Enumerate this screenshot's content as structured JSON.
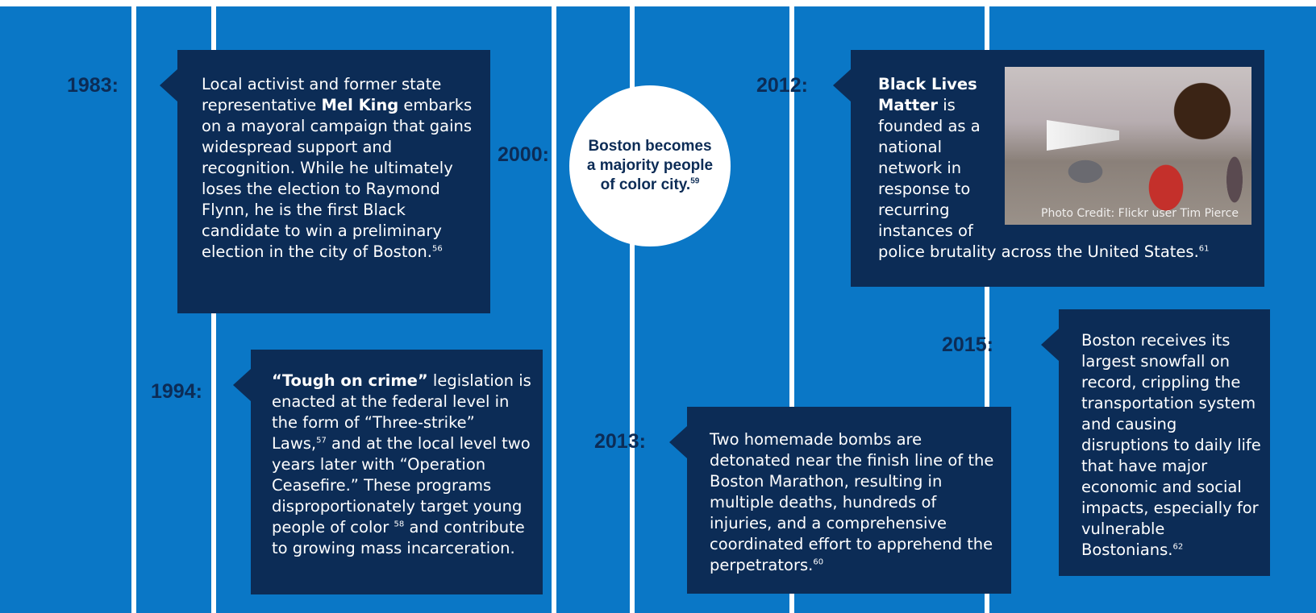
{
  "events": [
    {
      "year": "1983:",
      "text_before": "Local activist and former state representative ",
      "bold": "Mel King",
      "text_after": " embarks on a mayoral campaign that gains widespread support and recognition. While he ultimately loses the election to Raymond Flynn, he is the first Black candidate to win a preliminary election in the city of Boston.",
      "ref": "56"
    },
    {
      "year": "1994:",
      "bold": "“Tough on crime”",
      "text_after_bold": " legislation is enacted at the federal level in the form of “Three-strike” Laws,",
      "ref1": "57",
      "text_middle": " and at the local level two years later with “Operation Ceasefire.” These programs disproportionately target young people of color ",
      "ref2": "58",
      "text_end": " and contribute to growing mass incarceration."
    },
    {
      "year": "2000:",
      "text": "Boston becomes a majority people of color city.",
      "ref": "59"
    },
    {
      "year": "2012:",
      "bold": "Black Lives Matter",
      "text_after": " is founded as a national network in response to recurring instances of police brutality across the United States.",
      "ref": "61",
      "photo_credit": "Photo Credit: Flickr user Tim Pierce"
    },
    {
      "year": "2013:",
      "text": "Two homemade bombs are detonated near the finish line of the Boston Marathon, resulting in multiple deaths, hundreds of injuries, and a comprehensive coordinated effort to apprehend the perpetrators.",
      "ref": "60"
    },
    {
      "year": "2015:",
      "text": "Boston receives its largest snowfall on record, crippling the transportation system and causing disruptions to daily life that have major economic and social impacts, especially for vulnerable Bostonians.",
      "ref": "62"
    }
  ],
  "colors": {
    "background": "#0a77c6",
    "box": "#0c2c56",
    "year_text": "#0c2c56",
    "divider": "#ffffff"
  }
}
